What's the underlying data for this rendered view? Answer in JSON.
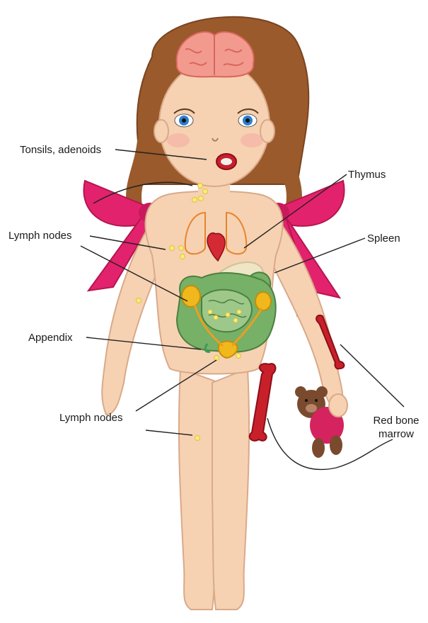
{
  "labels": {
    "tonsils": "Tonsils, adenoids",
    "thymus": "Thymus",
    "lymph_nodes_upper": "Lymph nodes",
    "spleen": "Spleen",
    "appendix": "Appendix",
    "lymph_nodes_lower": "Lymph nodes",
    "red_bone_marrow_line1": "Red bone",
    "red_bone_marrow_line2": "marrow"
  },
  "colors": {
    "skin": "#f6d2b2",
    "skin_outline": "#d9a98a",
    "hair": "#9a5a2c",
    "bow": "#e3226d",
    "brain": "#f39a8f",
    "bone": "#c8202a",
    "lymph": "#f8ec7c",
    "intestine": "#77b067",
    "spleen_organ": "#f0b81c",
    "heart": "#d42a36",
    "lung_outline": "#e8842c",
    "teddy": "#7a4a2e",
    "teddy_shirt": "#d4235f",
    "leader_line": "#222222"
  }
}
